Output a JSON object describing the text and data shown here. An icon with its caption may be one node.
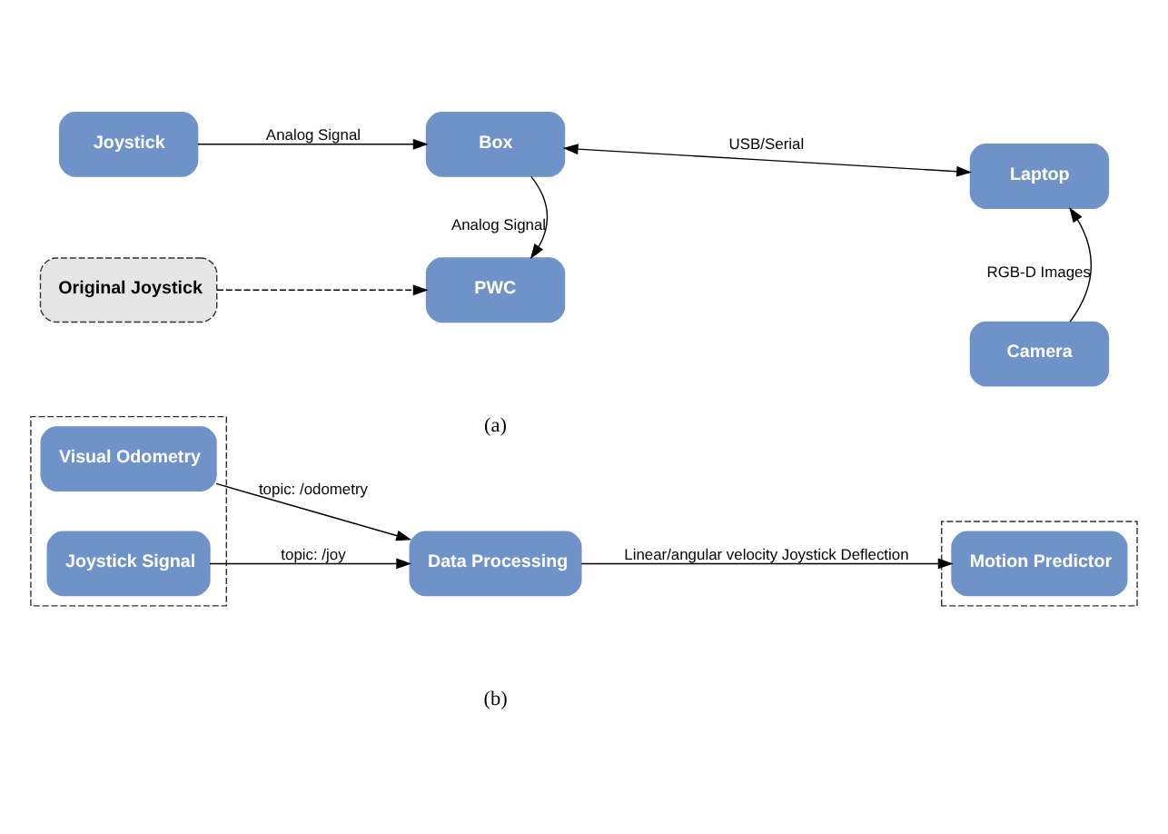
{
  "diagram": {
    "nodes": [
      {
        "text": [
          "Joystick"
        ]
      },
      {
        "text": [
          "Box"
        ]
      },
      {
        "text": [
          "Laptop"
        ]
      },
      {
        "text": [
          "Original Joystick"
        ]
      },
      {
        "text": [
          "PWC"
        ]
      },
      {
        "text": [
          "Camera"
        ]
      },
      {
        "text": [],
        "shape": "box"
      },
      {
        "text": [
          "Visual Odometry"
        ],
        "in": 6
      },
      {
        "text": [
          "Joystick Signal"
        ],
        "in": 6
      },
      {
        "text": [
          "Data Processing"
        ]
      },
      {
        "text": [],
        "shape": "box"
      },
      {
        "text": [
          "Motion Predictor"
        ],
        "in": 10
      }
    ],
    "edges": [
      {
        "from": 0,
        "to": 1,
        "arrow": "to",
        "label": "Analog Signal"
      },
      {
        "from": 1,
        "to": 2,
        "arrow": "both",
        "label": "USB/Serial"
      },
      {
        "from": 1,
        "to": 4,
        "arrow": "to",
        "label": "Analog Signal"
      },
      {
        "from": 3,
        "to": 4,
        "arrow": "to",
        "style": "dashed"
      },
      {
        "from": 5,
        "to": 2,
        "arrow": "to",
        "label": "RGB-D Images"
      },
      {
        "from": 7,
        "to": 9,
        "arrow": "to",
        "label": "topic: /odometry"
      },
      {
        "from": 8,
        "to": 9,
        "arrow": "to",
        "label": "topic: /joy"
      },
      {
        "from": 9,
        "to": 11,
        "arrow": "to",
        "label": "Linear/angular velocity Joystick Deflection"
      }
    ],
    "labels": [
      "(a)",
      "(b)"
    ]
  }
}
